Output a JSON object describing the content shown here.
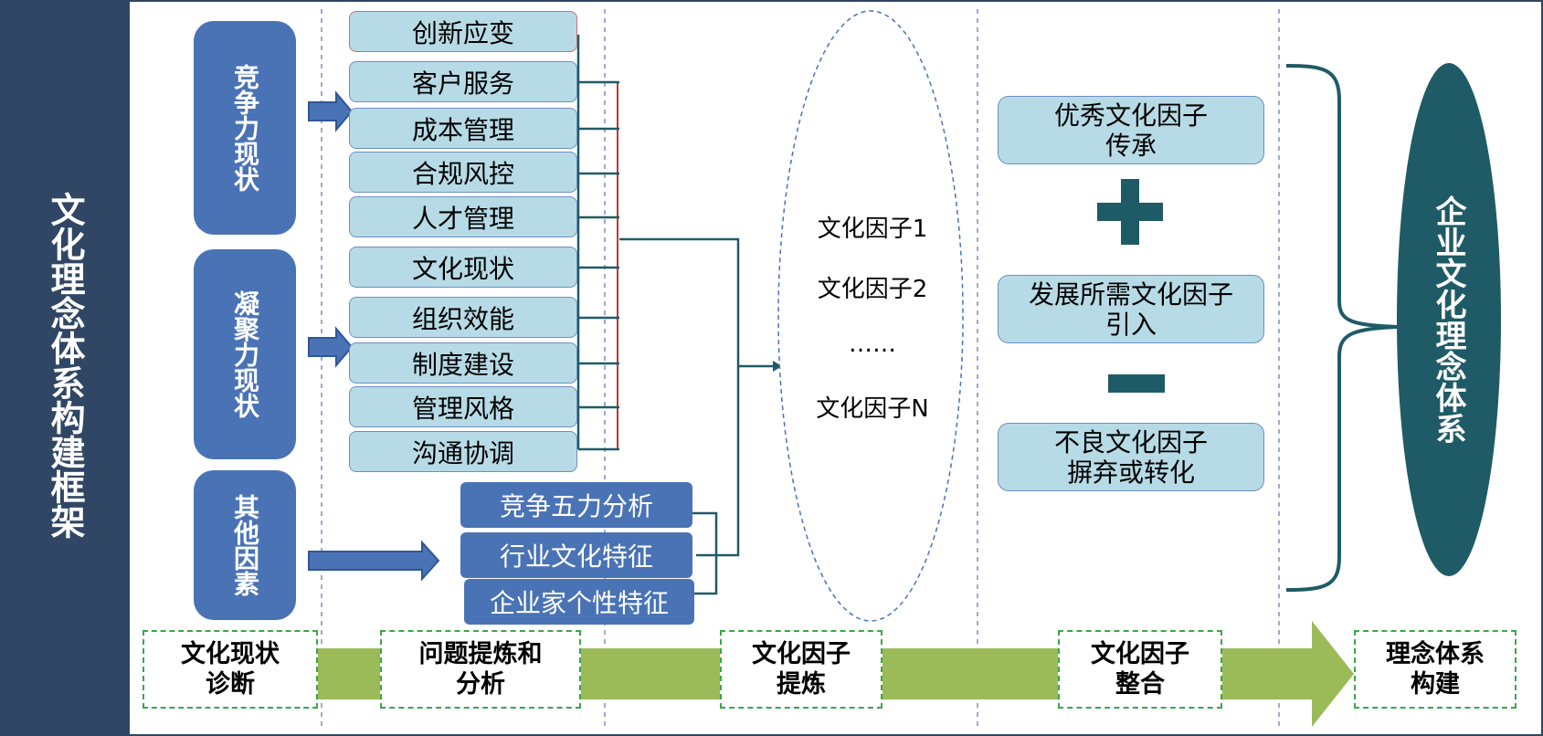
{
  "left_title": "文化理念体系构建框架",
  "groups": [
    {
      "label": "竞争力现状"
    },
    {
      "label": "凝聚力现状"
    },
    {
      "label": "其他因素"
    }
  ],
  "competitiveness_items": [
    "创新应变",
    "客户服务",
    "成本管理",
    "合规风控",
    "人才管理"
  ],
  "cohesion_items": [
    "文化现状",
    "组织效能",
    "制度建设",
    "管理风格",
    "沟通协调"
  ],
  "other_items": [
    "竞争五力分析",
    "行业文化特征",
    "企业家个性特征"
  ],
  "factors": [
    "文化因子1",
    "文化因子2",
    "……",
    "文化因子N"
  ],
  "results": [
    "优秀文化因子\n传承",
    "发展所需文化因子\n引入",
    "不良文化因子\n摒弃或转化"
  ],
  "operators": {
    "plus": "plus-icon",
    "minus": "minus-icon"
  },
  "enterprise_system": "企业文化理念体系",
  "stages": [
    "文化现状\n诊断",
    "问题提炼和\n分析",
    "文化因子\n提炼",
    "文化因子\n整合",
    "理念体系\n构建"
  ],
  "colors": {
    "navy": "#2f4664",
    "blue_box": "#4a73b6",
    "light_box": "#b7dbe6",
    "teal": "#1f5b66",
    "green_bar": "#9bbb59",
    "dashed_green": "#3aa64a"
  }
}
